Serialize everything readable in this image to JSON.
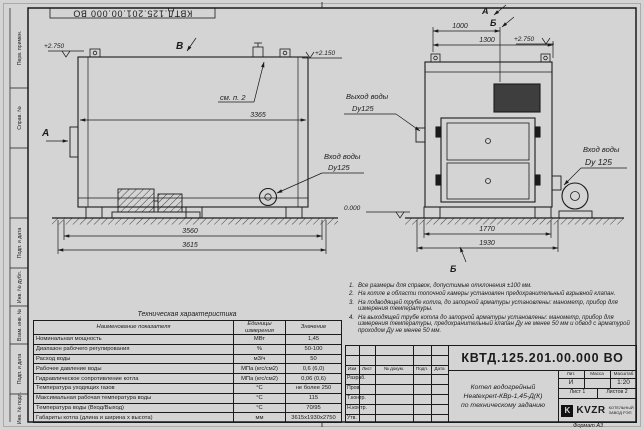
{
  "sheet": {
    "stamp": "КВТД.125.201.00.000 ВО",
    "format": "Формат А3"
  },
  "strip": {
    "items": [
      {
        "label": "Перв. примен."
      },
      {
        "label": "Справ. №"
      },
      {
        "label": ""
      },
      {
        "label": "Подп. и дата"
      },
      {
        "label": "Инв. № дубл."
      },
      {
        "label": "Взам. инв. №"
      },
      {
        "label": "Подп. и дата"
      },
      {
        "label": "Инв. № подл."
      }
    ]
  },
  "side_view": {
    "view_b": "В",
    "section_a": "А",
    "note_ref": "см. п. 2",
    "elev_top_left": "+2.750",
    "elev_top_right": "+2.150",
    "elev_zero": "0.000",
    "dim_inner": "3365",
    "dim_mid": "3560",
    "dim_outer": "3615",
    "inlet1": "Вход воды",
    "inlet2": "Dy125"
  },
  "front_view": {
    "mark_a": "А",
    "mark_b": "Б",
    "mark_b_bottom": "Б",
    "elev_top": "+2.750",
    "dim_top1": "1000",
    "dim_top2": "1300",
    "dim_mid": "1770",
    "dim_outer": "1930",
    "outlet1": "Выход воды",
    "outlet2": "Dy125",
    "inlet1": "Вход воды",
    "inlet2": "Dy 125"
  },
  "notes": {
    "items": [
      {
        "num": "1.",
        "text": "Все размеры для справок, допустимые отклонения ±100 мм."
      },
      {
        "num": "2.",
        "text": "На котле в области топочной камеры установлен предохранительный взрывной клапан."
      },
      {
        "num": "3.",
        "text": "На подводящей трубе котла, до запорной арматуры установлены: манометр, прибор для измерения температуры."
      },
      {
        "num": "4.",
        "text": "На выходящей трубе котла до запорной арматуры установлены: манометр, прибор для измерения температуры, предохранительный клапан Ду не менее 50 мм и обвод с арматурой проходом Ду не менее 50 мм."
      }
    ]
  },
  "spec": {
    "title": "Техническая характеристика",
    "col_name": "Наименование показателя",
    "col_units": "Единицы измерения",
    "col_value": "Значение",
    "rows": [
      {
        "name": "Номинальная мощность",
        "units": "МВт",
        "value": "1,45"
      },
      {
        "name": "Диапазон рабочего регулирования",
        "units": "%",
        "value": "50-100"
      },
      {
        "name": "Расход воды",
        "units": "м3/ч",
        "value": "50"
      },
      {
        "name": "Рабочее давление воды",
        "units": "МПа (кгс/см2)",
        "value": "0,6 (6,0)"
      },
      {
        "name": "Гидравлическое сопротивление котла",
        "units": "МПа (кгс/см2)",
        "value": "0,06 (0,6)"
      },
      {
        "name": "Температура уходящих газов",
        "units": "°С",
        "value": "не более 250"
      },
      {
        "name": "Максимальная рабочая температура воды",
        "units": "°С",
        "value": "115"
      },
      {
        "name": "Температура воды (Вход/Выход)",
        "units": "°С",
        "value": "70/95"
      },
      {
        "name": "Габариты котла (длина и ширина х высота)",
        "units": "мм",
        "value": "3615х1930х2750"
      }
    ]
  },
  "title_block": {
    "designation": "КВТД.125.201.00.000 ВО",
    "name1": "Котел водогрейный",
    "name2": "Heatexpert-КВр-1,45-Д(К)",
    "name3": "по техническому заданию",
    "col_izm": "Изм",
    "col_list": "Лист",
    "col_doc": "№ докум.",
    "col_sign": "Подп.",
    "col_date": "Дата",
    "roles": [
      {
        "label": "Разраб."
      },
      {
        "label": "Пров."
      },
      {
        "label": "Т.контр."
      },
      {
        "label": "Н.контр."
      },
      {
        "label": "Утв."
      }
    ],
    "lit_h": "Лит.",
    "mass_h": "Масса",
    "scale_h": "Масштаб",
    "lit_v": "И",
    "scale_v": "1:20",
    "sheet_cell": "Лист 1",
    "sheets_cell": "Листов 2",
    "brand": "KVZR",
    "brand_line1": "КОТЕЛЬНЫЙ",
    "brand_line2": "ЗАВОД РЭП"
  }
}
